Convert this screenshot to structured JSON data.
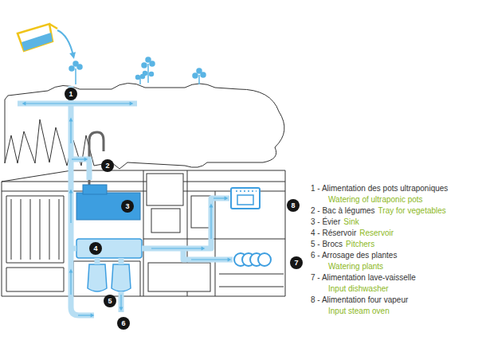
{
  "diagram": {
    "labels": [
      "1",
      "2",
      "3",
      "4",
      "5",
      "6",
      "7",
      "8",
      "1 - Alimentation des pots ultraponiques",
      "Watering of ultraponic pots",
      "2 - Bac à légumes",
      "Tray for vegetables",
      "3 - Évier",
      "Sink",
      "4 - Réservoir",
      "Reservoir",
      "5 - Brocs",
      "Pitchers",
      "6 - Arrosage des plantes",
      "Watering plants",
      "7 - Alimentation lave-vaisselle",
      "Input dishwasher",
      "8 - Alimentation four vapeur",
      "Input steam oven"
    ]
  }
}
